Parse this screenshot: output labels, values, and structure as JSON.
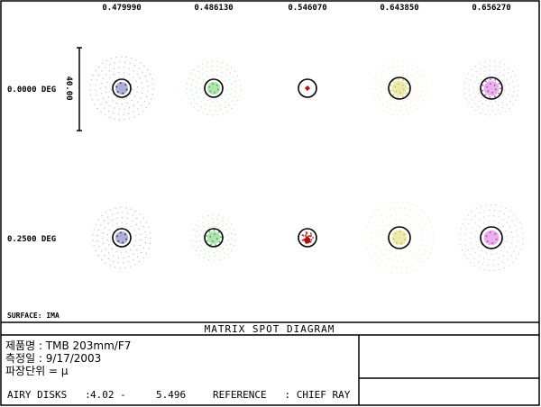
{
  "chart_data": {
    "type": "scatter",
    "title": "MATRIX SPOT DIAGRAM",
    "wavelengths": [
      "0.479990",
      "0.486130",
      "0.546070",
      "0.643850",
      "0.656270"
    ],
    "fields": [
      "0.0000 DEG",
      "0.2500 DEG"
    ],
    "scale_bar_label": "40.00",
    "surface": "SURFACE: IMA",
    "colors": [
      "#1a1a80",
      "#20b020",
      "#b01010",
      "#c8c020",
      "#c020c0"
    ],
    "airy_radius_rel": [
      1.0,
      1.0,
      1.0,
      1.2,
      1.2
    ],
    "spot_extent_rel": [
      3.5,
      3.0,
      0.2,
      3.0,
      3.0
    ],
    "field2_extent_rel": [
      3.2,
      2.4,
      0.6,
      3.8,
      3.5
    ]
  },
  "footer": {
    "product": "제품명 : TMB 203mm/F7",
    "date": "측정일 : 9/17/2003",
    "unit": "파장단위 = μ",
    "airy_label": "AIRY DISKS   :",
    "airy_min": "4.02 -",
    "airy_max": "5.496",
    "reference": "REFERENCE   : CHIEF RAY"
  }
}
